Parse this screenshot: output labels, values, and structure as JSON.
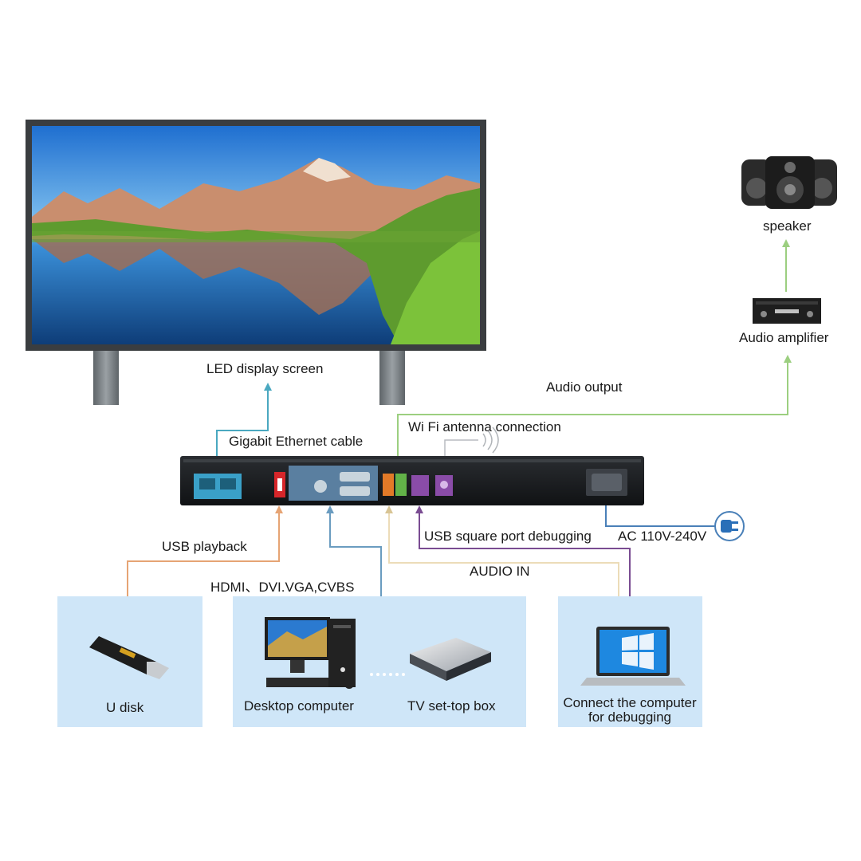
{
  "labels": {
    "led_screen": "LED display screen",
    "gigabit": "Gigabit Ethernet cable",
    "wifi": "Wi Fi antenna connection",
    "audio_output": "Audio output",
    "speaker": "speaker",
    "amplifier": "Audio amplifier",
    "usb_playback": "USB playback",
    "usb_square": "USB square port debugging",
    "ac": "AC 110V-240V",
    "audio_in": "AUDIO IN",
    "hdmi": "HDMI、DVI.VGA,CVBS",
    "u_disk": "U disk",
    "desktop": "Desktop computer",
    "stb": "TV set-top box",
    "debug_computer_line1": "Connect the computer",
    "debug_computer_line2": "for debugging"
  },
  "colors": {
    "ethernet": "#4aa8c0",
    "audio": "#9ccf80",
    "usb_playback": "#e6a474",
    "hdmi": "#6a9cc0",
    "audio_in": "#ecdcb8",
    "usb_square": "#7a4c92",
    "power": "#4a80b8",
    "panel": "#cfe6f8"
  },
  "icons": [
    "led-screen-icon",
    "speaker-icon",
    "amplifier-icon",
    "controller-box-icon",
    "usb-stick-icon",
    "desktop-computer-icon",
    "set-top-box-icon",
    "laptop-icon",
    "power-plug-icon",
    "wifi-signal-icon"
  ]
}
